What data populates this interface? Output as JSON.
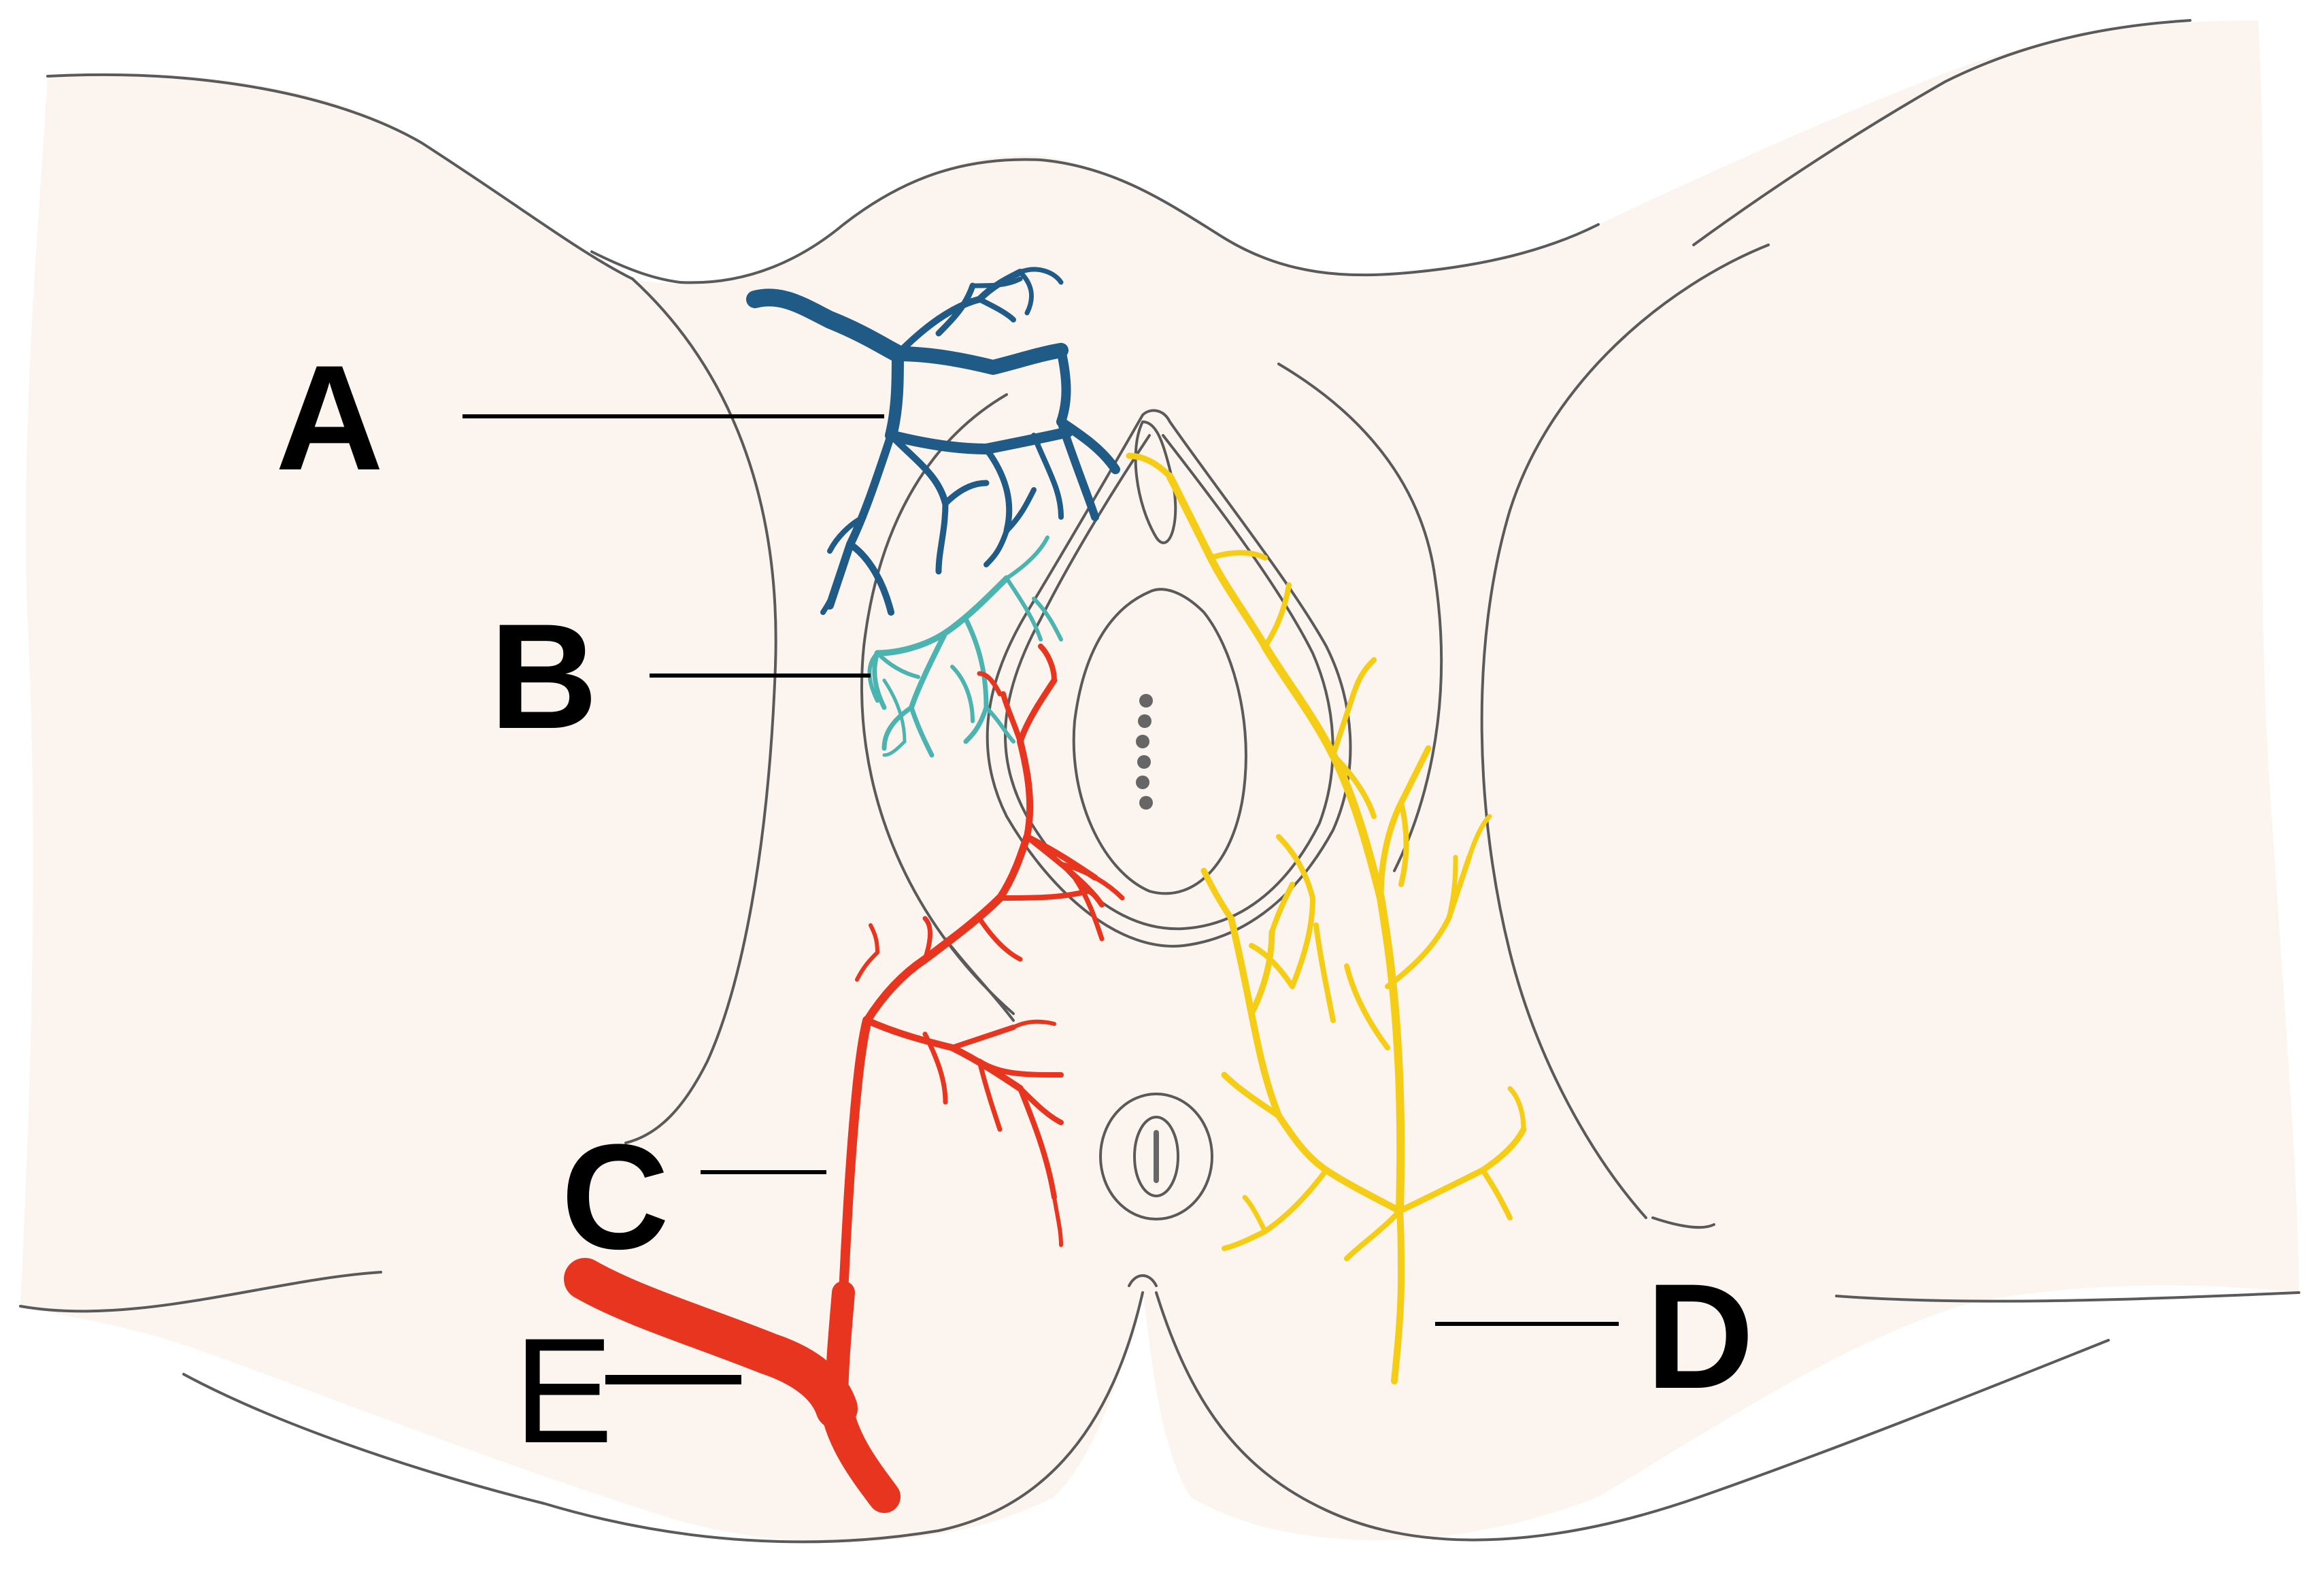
{
  "labels": {
    "a": "A",
    "b": "B",
    "c": "C",
    "d": "D",
    "e": "E"
  },
  "colors": {
    "background": "#ffffff",
    "skin": "#fcf4ee",
    "outline": "#5a5a5a",
    "vessel_a": "#1f5b86",
    "vessel_b": "#4bb3b0",
    "vessel_c": "#e8351f",
    "nerve_d": "#f5cd16",
    "label_text": "#000000"
  }
}
